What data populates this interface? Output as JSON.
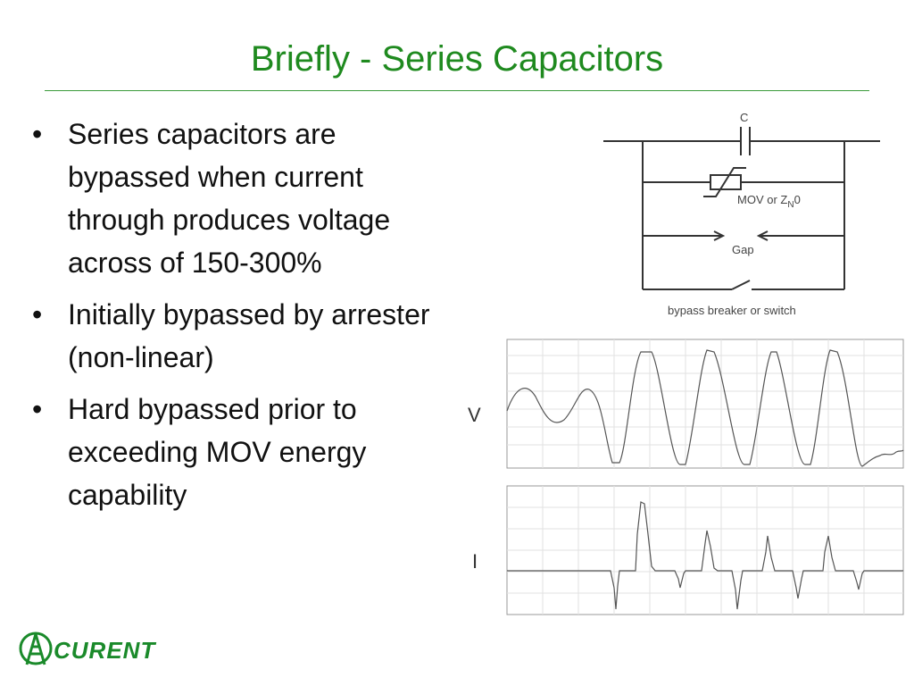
{
  "slide": {
    "title": "Briefly - Series Capacitors",
    "bullets": [
      "Series capacitors are bypassed when current through produces voltage across of 150-300%",
      "Initially bypassed by arrester (non-linear)",
      "Hard bypassed prior to exceeding MOV energy capability"
    ]
  },
  "circuit": {
    "cap_label": "C",
    "mov_label": "MOV or Z",
    "mov_subscript": "N",
    "mov_suffix": "0",
    "gap_label": "Gap",
    "breaker_label": "bypass breaker or switch"
  },
  "plots": {
    "voltage_axis": "V",
    "current_axis": "I"
  },
  "logo": {
    "text": "CURENT"
  },
  "colors": {
    "title": "#1f8a1f",
    "logo": "#1a8a2a"
  }
}
